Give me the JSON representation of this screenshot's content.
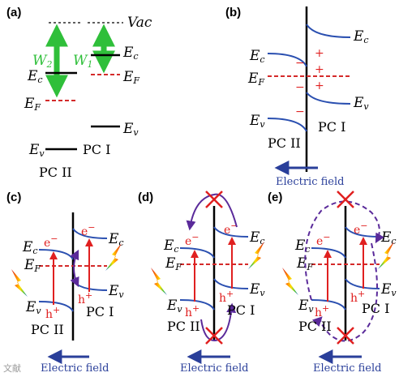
{
  "panels": [
    {
      "id": "a",
      "label": "(a)"
    },
    {
      "id": "b",
      "label": "(b)"
    },
    {
      "id": "c",
      "label": "(c)"
    },
    {
      "id": "d",
      "label": "(d)"
    },
    {
      "id": "e",
      "label": "(e)"
    }
  ],
  "levels": {
    "vac": "Vac",
    "ec": "E",
    "ec_sub": "c",
    "ef": "E",
    "ef_sub": "F",
    "ev": "E",
    "ev_sub": "v"
  },
  "work_functions": {
    "w2": "W",
    "w2_sub": "2",
    "w1": "W",
    "w1_sub": "1"
  },
  "materials": {
    "pc1": "PC I",
    "pc2": "PC II"
  },
  "carriers": {
    "electron": "e",
    "electron_sup": "−",
    "hole": "h",
    "hole_sup": "+"
  },
  "charges": {
    "plus": "+",
    "minus": "−"
  },
  "field_label": "Electric field",
  "watermark": "文献",
  "colors": {
    "green_arrow": "#2fbf3a",
    "fermi_dashed": "#d42a2a",
    "band_curve": "#2a4fb0",
    "field_arrow": "#2a3f9a",
    "carrier_arrow": "#e02020",
    "transfer_arrow": "#5a2a9a",
    "blocked_x": "#e02020"
  }
}
